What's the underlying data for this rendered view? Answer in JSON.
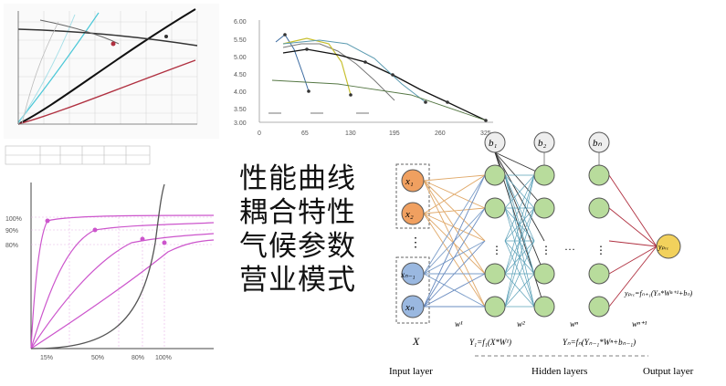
{
  "keywords": [
    "性能曲线",
    "耦合特性",
    "气候参数",
    "营业模式"
  ],
  "fan_chart": {
    "percent_labels_y": [
      "100%",
      "90%",
      "80%"
    ],
    "percent_labels_x": [
      "15%",
      "50%",
      "80%",
      "100%"
    ]
  },
  "line_chart": {
    "y_ticks": [
      "5.50",
      "5.00",
      "4.50",
      "4.00",
      "3.50",
      "3.00"
    ],
    "y_ticks_top": [
      "6.00"
    ],
    "x_ticks": [
      "0",
      "65",
      "130",
      "195",
      "260",
      "325"
    ]
  },
  "network": {
    "input_nodes": [
      "x₁",
      "x₂",
      "xₙ₋₁",
      "xₙ"
    ],
    "input_vector": "X",
    "bias_labels": [
      "b₁",
      "b₂",
      "bₙ"
    ],
    "weight_labels": [
      "w¹",
      "w²",
      "wⁿ",
      "wⁿ⁺¹"
    ],
    "output_node": "yₚᵣₑ",
    "output_formula": "yₚᵣₑ=fₙ₊₁(Yₙ*Wⁿ⁺¹+bₙ)",
    "hidden_formula_1": "Y₁=f₁(X*W¹)",
    "hidden_formula_n": "Yₙ=fₙ(Yₙ₋₁*Wⁿ+bₙ₋₁)",
    "ellipsis": "⋮",
    "dots": "…",
    "layer_labels": {
      "input": "Input layer",
      "hidden": "Hidden layers",
      "output": "Output layer"
    }
  },
  "colors": {
    "input_node_fill": "#f0a060",
    "input_node_blue": "#9ab8e0",
    "hidden_node_fill": "#b8dc9c",
    "output_node_fill": "#f2d15c",
    "fan_curve": "#cc55cc"
  }
}
